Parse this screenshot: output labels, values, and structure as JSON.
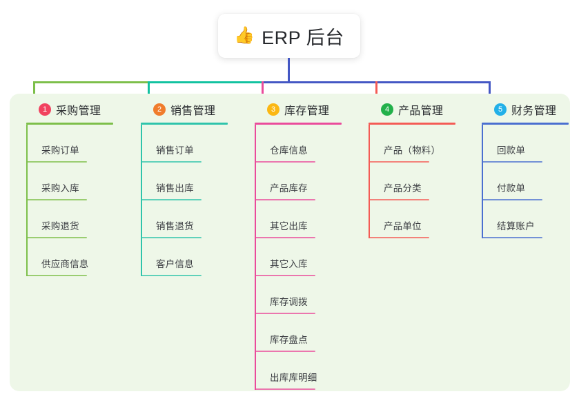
{
  "root": {
    "icon": "thumbs-up-icon",
    "icon_glyph": "👍",
    "title": "ERP 后台"
  },
  "palette": {
    "panel_bg": "#eef7e8",
    "stem_blue": "#4457c4",
    "text": "#2a2c30"
  },
  "columns": [
    {
      "number": "1",
      "title": "采购管理",
      "line_color": "#7dbf4a",
      "badge_color": "#f1425f",
      "bus_color": "#7dbf4a",
      "items": [
        "采购订单",
        "采购入库",
        "采购退货",
        "供应商信息"
      ]
    },
    {
      "number": "2",
      "title": "销售管理",
      "line_color": "#2fc4ab",
      "badge_color": "#f07c2c",
      "bus_color": "#12c2a0",
      "items": [
        "销售订单",
        "销售出库",
        "销售退货",
        "客户信息"
      ]
    },
    {
      "number": "3",
      "title": "库存管理",
      "line_color": "#ea4b9b",
      "badge_color": "#fbb713",
      "bus_color": "#ea4b9b",
      "items": [
        "仓库信息",
        "产品库存",
        "其它出库",
        "其它入库",
        "库存调拨",
        "库存盘点",
        "出库库明细"
      ]
    },
    {
      "number": "4",
      "title": "产品管理",
      "line_color": "#f45b55",
      "badge_color": "#22b04a",
      "bus_color": "#f45b55",
      "items": [
        "产品（物料）",
        "产品分类",
        "产品单位"
      ]
    },
    {
      "number": "5",
      "title": "财务管理",
      "line_color": "#4a6fd0",
      "badge_color": "#22b0e8",
      "bus_color": "#4457c4",
      "items": [
        "回款单",
        "付款单",
        "结算账户"
      ]
    }
  ]
}
